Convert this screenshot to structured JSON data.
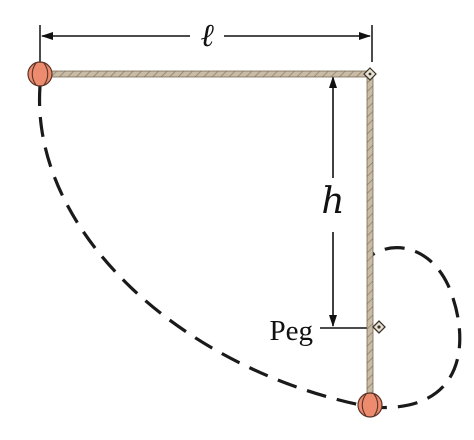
{
  "labels": {
    "length": "ℓ",
    "height": "h",
    "peg": "Peg"
  },
  "colors": {
    "rope": "#c8bca6",
    "rope_edge": "#7a6a55",
    "ball": "#ec8b6e",
    "ball_edge": "#5a3327",
    "ink": "#111111",
    "path": "#1a1a1a"
  },
  "icons": {
    "ball": "baseball-icon",
    "pivot": "pivot-diamond-icon",
    "peg": "peg-diamond-icon"
  }
}
